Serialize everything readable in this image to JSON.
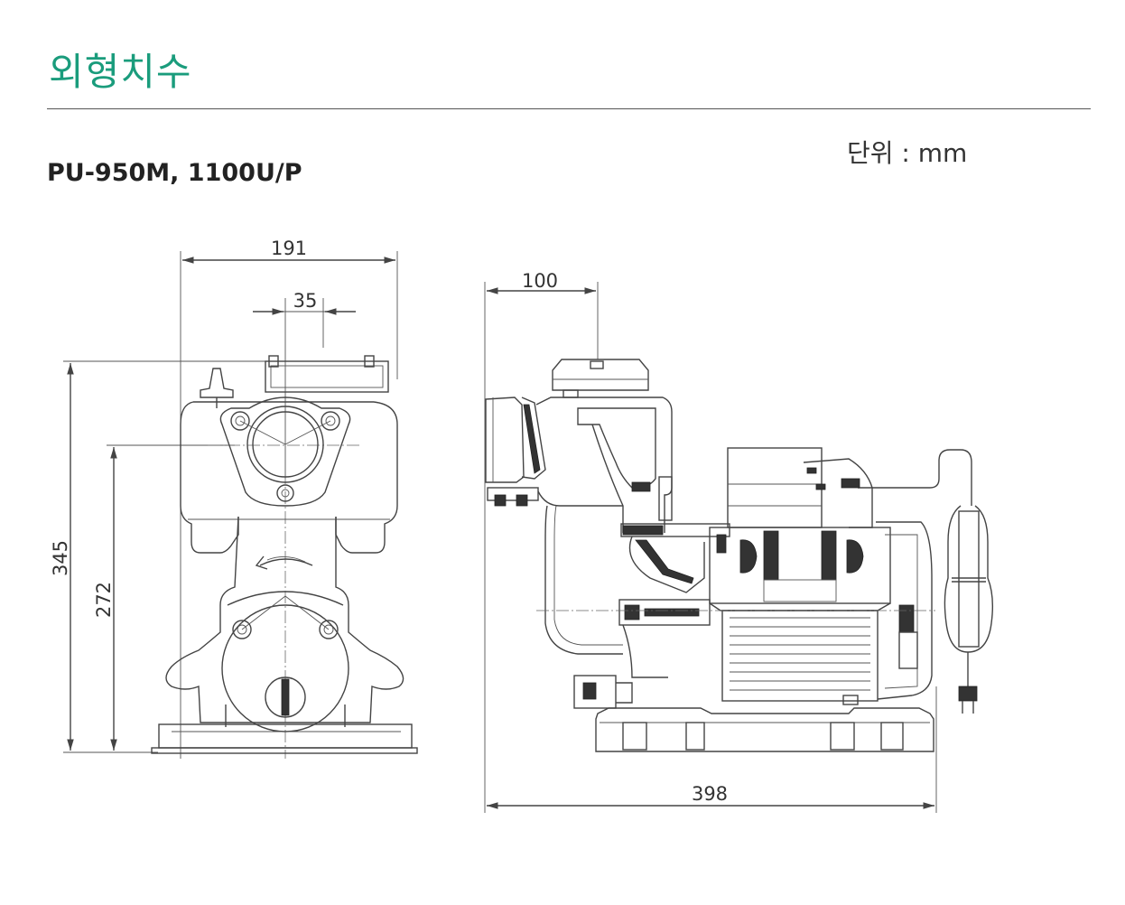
{
  "header": {
    "title": "외형치수",
    "model": "PU-950M, 1100U/P",
    "unit": "단위 : mm"
  },
  "dimensions": {
    "front_width": "191",
    "front_outlet": "35",
    "front_height": "345",
    "front_center_height": "272",
    "side_offset": "100",
    "side_length": "398"
  },
  "colors": {
    "title": "#1a9c7c",
    "line": "#444444"
  }
}
